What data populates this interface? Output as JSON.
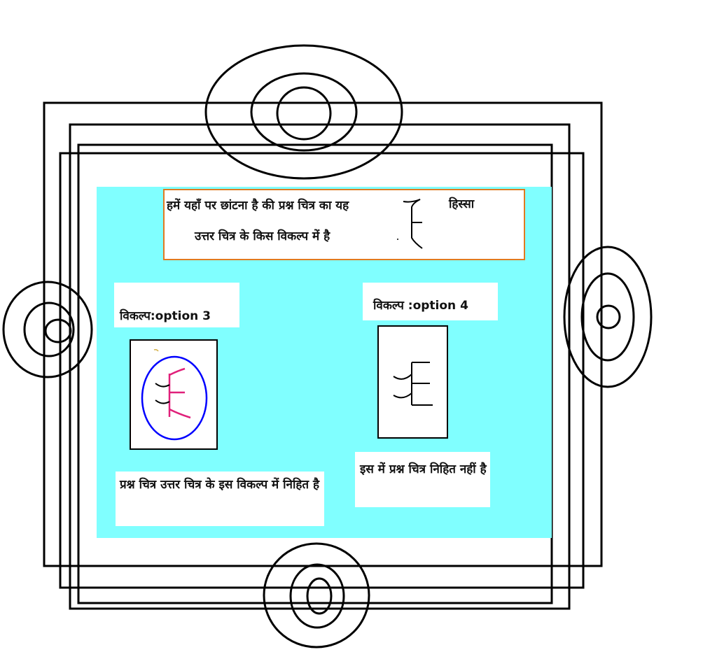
{
  "header": {
    "line1": "हमें यहाँ पर छांटना है की प्रश्न चित्र का यह",
    "line2": "उत्तर चित्र के किस विकल्प में है",
    "suffix": "हिस्सा"
  },
  "option_left": {
    "label": "विकल्प:option 3",
    "caption": "प्रश्न चित्र उत्तर चित्र के इस विकल्प में निहित है"
  },
  "option_right": {
    "label": "विकल्प :option 4",
    "caption": "इस में प्रश्न चित्र निहित नहीं  है"
  },
  "colors": {
    "panel": "#80ffff",
    "header_border": "#e07a20",
    "ellipse": "#0000ff",
    "glyph_highlight": "#e0207a",
    "frame": "#000000"
  }
}
